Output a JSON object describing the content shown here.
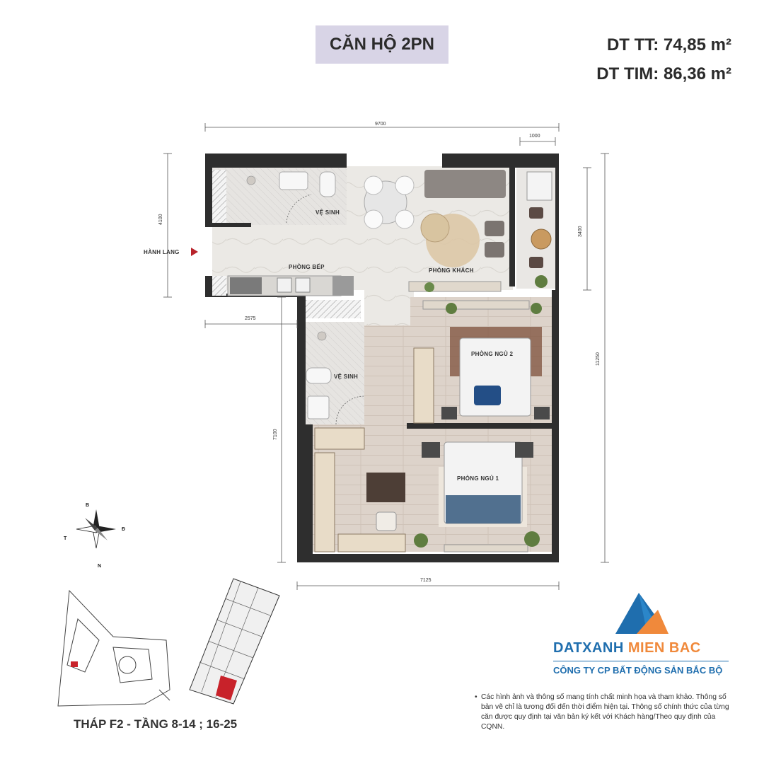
{
  "header": {
    "badge": "CĂN HỘ 2PN",
    "area_tt": "DT TT: 74,85 m²",
    "area_tim": "DT TIM: 86,36 m²"
  },
  "dimensions": {
    "top_total": "9700",
    "top_balcony": "1000",
    "left_upper": "4100",
    "right_balcony": "3400",
    "right_total": "11250",
    "mid_step": "2575",
    "left_lower": "7100",
    "bottom": "7125"
  },
  "rooms": {
    "bath1": "VỆ SINH",
    "bath2": "VỆ SINH",
    "kitchen": "PHÒNG BẾP",
    "living": "PHÒNG KHÁCH",
    "bed2": "PHÒNG NGỦ 2",
    "bed1": "PHÒNG NGỦ 1",
    "corridor": "HÀNH LANG"
  },
  "compass": {
    "n_top": "B",
    "s_bottom": "N",
    "w_left": "T",
    "e_right": "Đ"
  },
  "tower_label": "THÁP F2 - TẦNG 8-14 ; 16-25",
  "logo": {
    "name_part1": "DATXANH",
    "name_part2": "MIEN BAC",
    "company": "CÔNG TY CP BẤT ĐỘNG SẢN BẮC BỘ"
  },
  "note": {
    "bullet": "•",
    "text": "Các hình ảnh và thông số mang tính chất minh họa và tham khảo. Thông số bản vẽ chỉ là tương đối đến thời điểm hiện tại. Thông số chính thức của từng căn được quy định tại văn bản ký kết với Khách hàng/Theo quy định của CQNN."
  },
  "colors": {
    "badge_bg": "#d8d4e6",
    "wall": "#2e2e2e",
    "floor_tile": "#e8e6e2",
    "wood_floor": "#d9cfc6",
    "logo_blue": "#1f6eae",
    "logo_orange": "#f0893b",
    "accent_red": "#b8232b"
  }
}
